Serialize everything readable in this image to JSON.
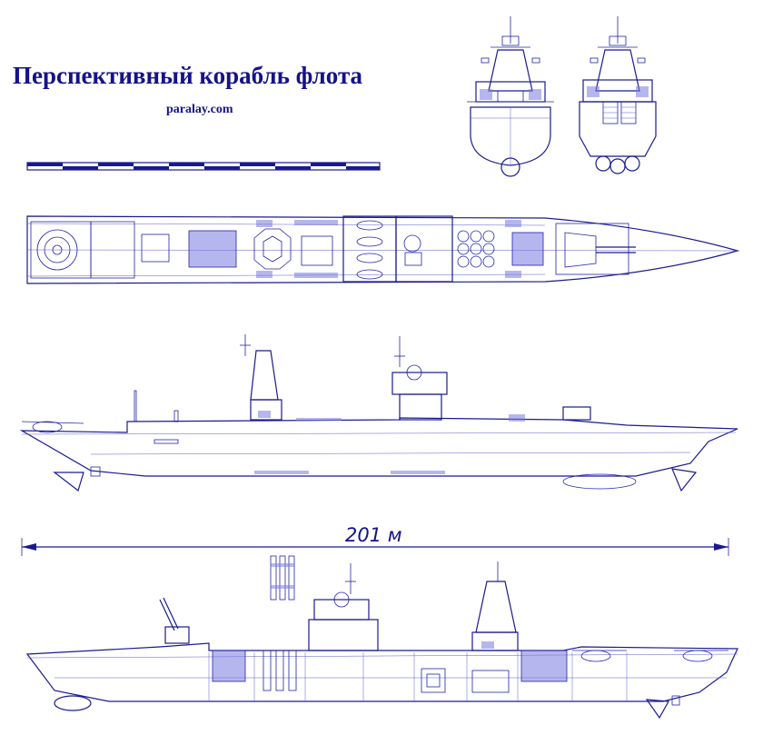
{
  "drawing": {
    "title": "Перспективный корабль флота",
    "website": "paralay.com",
    "length_label": "201 м",
    "colors": {
      "ink": "#14128a",
      "line": "#2424a8",
      "background": "#ffffff"
    }
  }
}
